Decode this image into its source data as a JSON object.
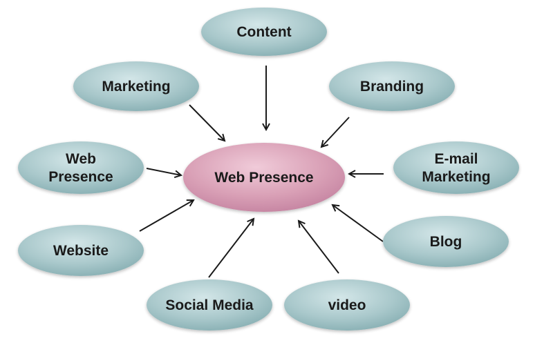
{
  "colors": {
    "satellite_fill": "#a9c8cb",
    "center_fill": "#d9a0b6",
    "arrow": "#1a1a1a",
    "text": "#1a1a1a"
  },
  "center": {
    "lines": [
      "Web Presence"
    ]
  },
  "satellites": [
    {
      "id": "content",
      "lines": [
        "Content"
      ]
    },
    {
      "id": "marketing",
      "lines": [
        "Marketing"
      ]
    },
    {
      "id": "branding",
      "lines": [
        "Branding"
      ]
    },
    {
      "id": "web-presence",
      "lines": [
        "Web",
        "Presence"
      ]
    },
    {
      "id": "email-marketing",
      "lines": [
        "E-mail",
        "Marketing"
      ]
    },
    {
      "id": "website",
      "lines": [
        "Website"
      ]
    },
    {
      "id": "blog",
      "lines": [
        "Blog"
      ]
    },
    {
      "id": "social-media",
      "lines": [
        "Social Media"
      ]
    },
    {
      "id": "video",
      "lines": [
        "video"
      ]
    }
  ]
}
